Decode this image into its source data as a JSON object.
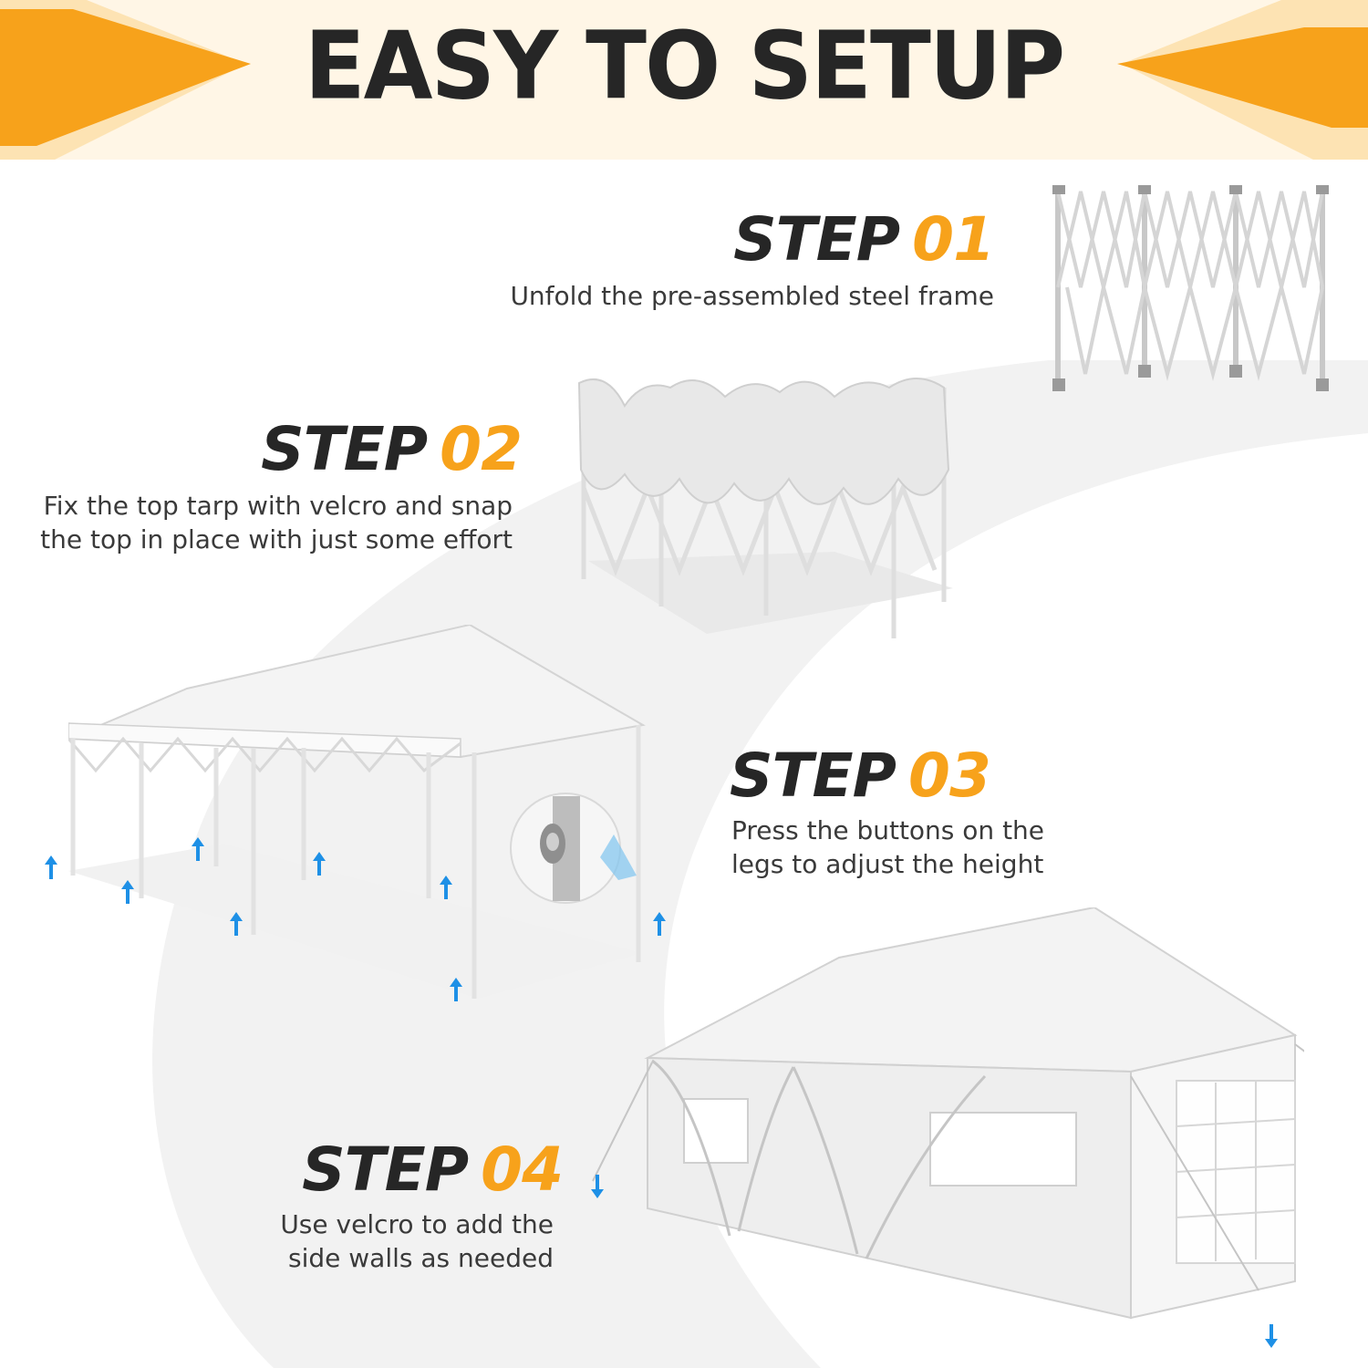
{
  "title": "EASY TO SETUP",
  "colors": {
    "accent": "#f7a21b",
    "heading": "#262626",
    "banner_bg": "#fff6e6",
    "arrow": "#1e90e6"
  },
  "steps": [
    {
      "word": "STEP",
      "number": "01",
      "description": "Unfold the pre-assembled steel frame"
    },
    {
      "word": "STEP",
      "number": "02",
      "description": "Fix the top tarp with velcro and snap\nthe top in place with just some effort"
    },
    {
      "word": "STEP",
      "number": "03",
      "description": "Press the buttons on the\nlegs to adjust the height"
    },
    {
      "word": "STEP",
      "number": "04",
      "description": "Use velcro to add the\nside walls as needed"
    }
  ],
  "icons": [
    "up-arrow-icon",
    "down-arrow-icon",
    "leg-button-zoom-icon"
  ]
}
